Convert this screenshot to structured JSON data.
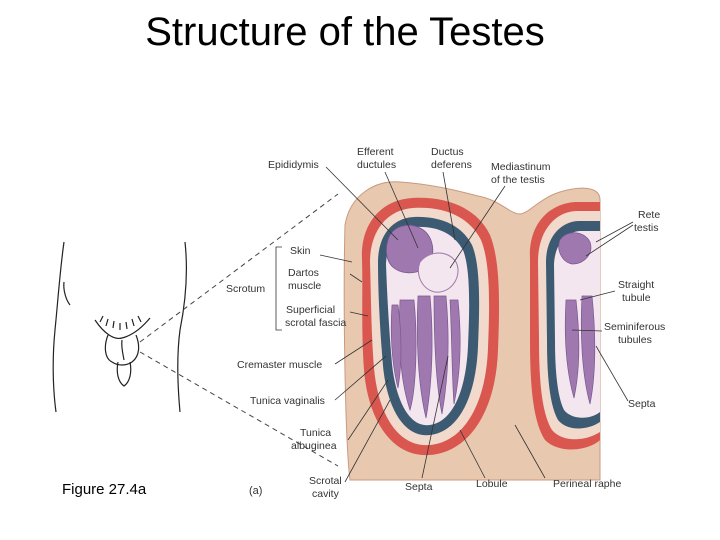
{
  "title": "Structure of the Testes",
  "caption": "Figure 27.4a",
  "panel_letter": "(a)",
  "labels": {
    "epididymis": "Epididymis",
    "efferent_ductules": [
      "Efferent",
      "ductules"
    ],
    "ductus_deferens": [
      "Ductus",
      "deferens"
    ],
    "mediastinum": [
      "Mediastinum",
      "of the testis"
    ],
    "rete_testis": [
      "Rete",
      "testis"
    ],
    "skin": "Skin",
    "dartos_muscle": [
      "Dartos",
      "muscle"
    ],
    "scrotum": "Scrotum",
    "superficial_scrotal_fascia": [
      "Superficial",
      "scrotal fascia"
    ],
    "straight_tubule": [
      "Straight",
      "tubule"
    ],
    "seminiferous_tubules": [
      "Seminiferous",
      "tubules"
    ],
    "cremaster_muscle": "Cremaster muscle",
    "tunica_vaginalis": "Tunica vaginalis",
    "septa_right": "Septa",
    "tunica_albuginea": [
      "Tunica",
      "albuginea"
    ],
    "scrotal_cavity": [
      "Scrotal",
      "cavity"
    ],
    "septa_bottom": "Septa",
    "lobule": "Lobule",
    "perineal_raphe": "Perineal raphe"
  },
  "colors": {
    "skin_layer": "#e8c9b0",
    "red_layer": "#d9574f",
    "dark_layer": "#3d5a73",
    "tubules": "#a078b0",
    "septa": "#f3e6ee"
  }
}
